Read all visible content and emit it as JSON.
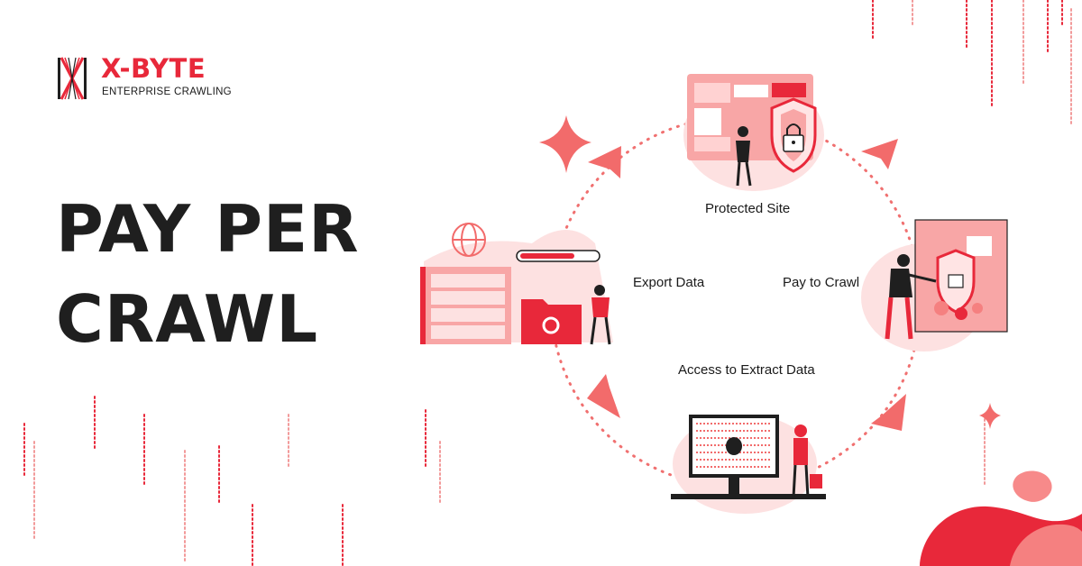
{
  "logo": {
    "name": "X-BYTE",
    "tagline": "ENTERPRISE CRAWLING"
  },
  "headline": {
    "line1": "PAY PER",
    "line2": "CRAWL"
  },
  "cycle": {
    "steps": [
      {
        "label": "Protected Site",
        "icon": "shield-lock-illustration"
      },
      {
        "label": "Pay to Crawl",
        "icon": "key-shield-illustration"
      },
      {
        "label": "Access to Extract Data",
        "icon": "spider-monitor-illustration"
      },
      {
        "label": "Export Data",
        "icon": "server-folder-illustration"
      }
    ]
  },
  "colors": {
    "brand_red": "#e8283a",
    "light_red": "#f8a6a6",
    "pale_pink": "#fde1e1",
    "text_dark": "#1f1f1f"
  }
}
